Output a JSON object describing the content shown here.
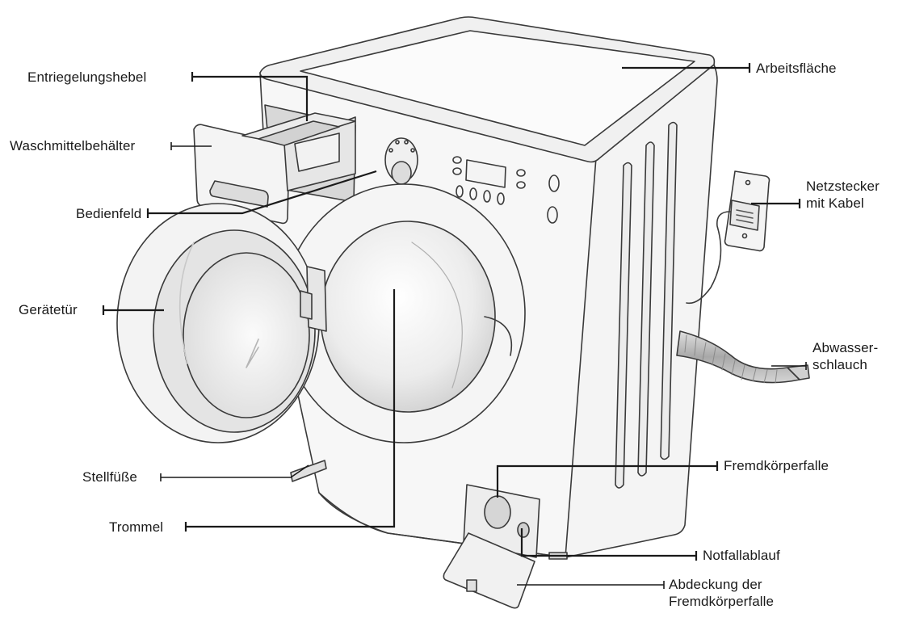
{
  "labels": {
    "entriegelungshebel": "Entriegelungshebel",
    "waschmittelbehaelter": "Waschmittelbehälter",
    "bedienfeld": "Bedienfeld",
    "geraetetuer": "Gerätetür",
    "stellfuesse": "Stellfüße",
    "trommel": "Trommel",
    "arbeitsflaeche": "Arbeitsfläche",
    "netzstecker_line1": "Netzstecker",
    "netzstecker_line2": "mit Kabel",
    "abwasser_line1": "Abwasser-",
    "abwasser_line2": "schlauch",
    "fremdkoerperfalle": "Fremdkörperfalle",
    "notfallablauf": "Notfallablauf",
    "abdeckung_line1": "Abdeckung der",
    "abdeckung_line2": "Fremdkörperfalle"
  },
  "colors": {
    "outline": "#3a3a3a",
    "leader": "#1a1a1a",
    "fill_light": "#f2f2f2",
    "fill_mid": "#e2e2e2",
    "fill_dark": "#cfcfcf"
  }
}
